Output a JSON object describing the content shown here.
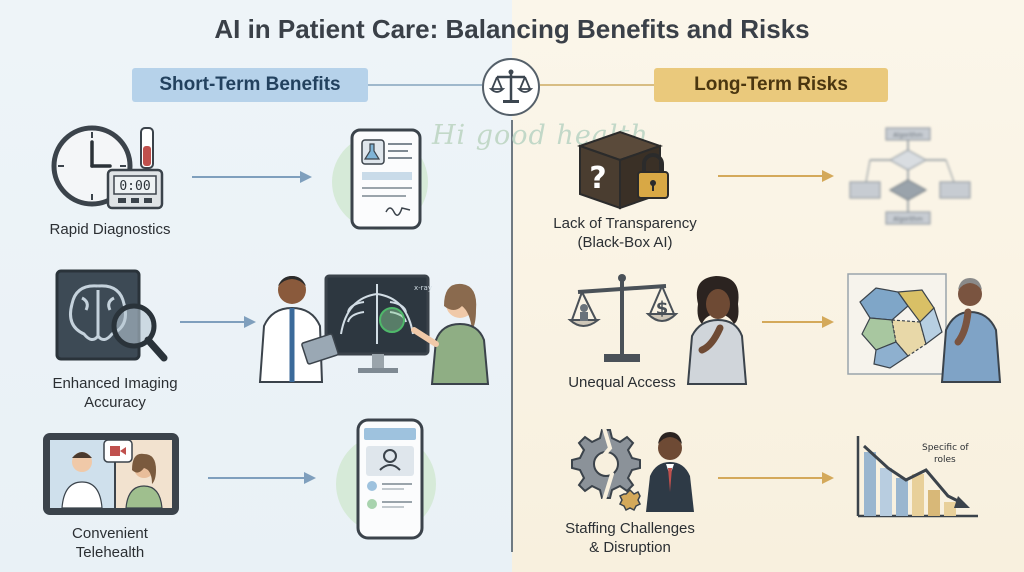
{
  "title": "AI in Patient Care: Balancing Benefits and Risks",
  "left_header": "Short-Term Benefits",
  "right_header": "Long-Term Risks",
  "watermark": "Hi good health",
  "benefits": [
    {
      "label": "Rapid Diagnostics",
      "icon": "clock-timer-icon",
      "result_icon": "lab-report-tablet-icon"
    },
    {
      "label_line1": "Enhanced Imaging",
      "label_line2": "Accuracy",
      "icon": "brain-scan-magnifier-icon",
      "result_icon": "doctor-xray-consult-icon"
    },
    {
      "label_line1": "Convenient",
      "label_line2": "Telehealth",
      "icon": "video-call-tablet-icon",
      "result_icon": "telehealth-phone-app-icon"
    }
  ],
  "risks": [
    {
      "label_line1": "Lack of Transparency",
      "label_line2": "(Black-Box AI)",
      "icon": "locked-mystery-box-icon",
      "result_icon": "algorithm-flowchart-icon"
    },
    {
      "label": "Unequal Access",
      "icon": "unbalanced-scale-icon",
      "result_icon": "unequal-access-map-icon"
    },
    {
      "label_line1": "Staffing Challenges",
      "label_line2": "& Disruption",
      "icon": "broken-gear-worker-icon",
      "result_icon": "declining-roles-chart-icon",
      "chart_note_line1": "Specific of",
      "chart_note_line2": "roles"
    }
  ],
  "xray_tag": "x-ray",
  "flowchart_labels": [
    "Algorithm",
    "Algorithm"
  ],
  "colors": {
    "benefit_accent": "#7f9fbd",
    "risk_accent": "#d4a95a",
    "benefit_banner": "#b6d2ea",
    "risk_banner": "#eac97c"
  }
}
